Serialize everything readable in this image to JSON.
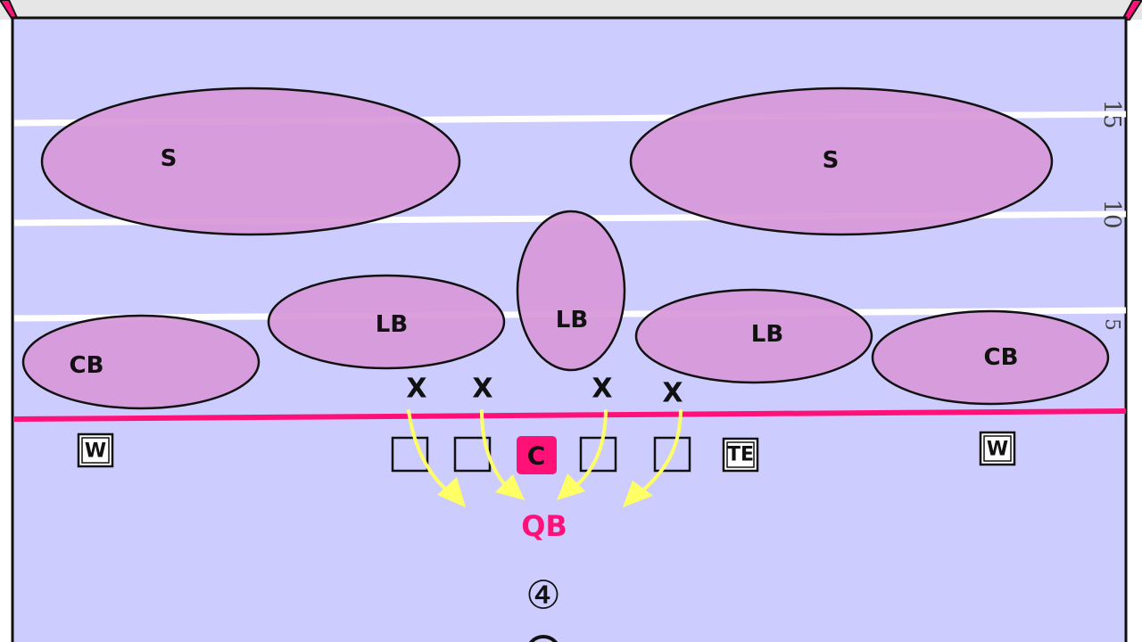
{
  "colors": {
    "field": "#ccccff",
    "top_bar": "#e6e6e6",
    "yard_line": "#ffffff",
    "scrimmage": "#ff1177",
    "zone_fill": "#d898d8",
    "zone_stroke": "#111111",
    "arrow": "#ffff66",
    "center_fill": "#ff1177",
    "qb_text": "#ff1177"
  },
  "yard_numbers": [
    "15",
    "10",
    "5"
  ],
  "zones": [
    {
      "id": "s-left",
      "label": "S"
    },
    {
      "id": "s-right",
      "label": "S"
    },
    {
      "id": "lb-middle",
      "label": "LB"
    },
    {
      "id": "lb-left",
      "label": "LB"
    },
    {
      "id": "lb-right",
      "label": "LB"
    },
    {
      "id": "cb-left",
      "label": "CB"
    },
    {
      "id": "cb-right",
      "label": "CB"
    }
  ],
  "rushers": [
    "X",
    "X",
    "X",
    "X"
  ],
  "offense": {
    "receiver_left": "W",
    "receiver_right": "W",
    "tight_end": "TE",
    "center": "C",
    "quarterback": "QB"
  },
  "step_marker": "④"
}
